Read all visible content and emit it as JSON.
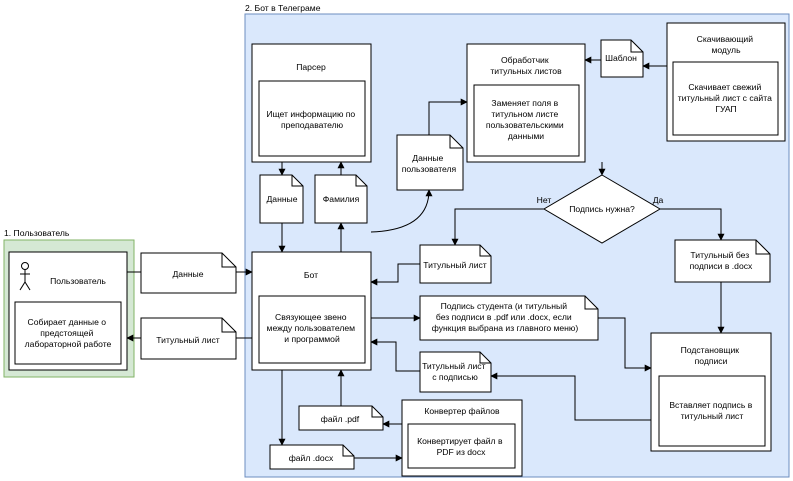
{
  "regions": {
    "user": {
      "title": "1. Пользователь"
    },
    "bot": {
      "title": "2. Бот в Телеграме"
    }
  },
  "user_block": {
    "actor_label": "Пользователь",
    "desc_lines": [
      "Собирает данные о",
      "предстоящей",
      "лабораторной работе"
    ]
  },
  "parser": {
    "title": "Парсер",
    "desc_lines": [
      "Ищет информацию по",
      "преподавателю"
    ]
  },
  "bot_block": {
    "title": "Бот",
    "desc_lines": [
      "Связующее звено",
      "между пользователем",
      "и программой"
    ]
  },
  "title_handler": {
    "title_lines": [
      "Обработчик",
      "титульных листов"
    ],
    "desc_lines": [
      "Заменяет поля в",
      "титульном листе",
      "пользовательскими",
      "данными"
    ]
  },
  "downloader": {
    "title_lines": [
      "Скачивающий",
      "модуль"
    ],
    "desc_lines": [
      "Скачивает свежий",
      "титульный лист с сайта",
      "ГУАП"
    ]
  },
  "signature_inserter": {
    "title_lines": [
      "Подстановщик",
      "подписи"
    ],
    "desc_lines": [
      "Вставляет подпись в",
      "титульный лист"
    ]
  },
  "converter": {
    "title": "Конвертер файлов",
    "desc_lines": [
      "Конвертирует файл в",
      "PDF из docx"
    ]
  },
  "documents": {
    "data_to_bot": "Данные",
    "title_to_user": "Титульный лист",
    "parser_data": "Данные",
    "surname": "Фамилия",
    "user_data": [
      "Данные",
      "пользователя"
    ],
    "template": "Шаблон",
    "title_to_bot": "Титульный лист",
    "no_signature": [
      "Титульный без",
      "подписи в .docx"
    ],
    "student_signature": [
      "Подпись студента (и титульный",
      "без подписи в .pdf или .docx, если",
      "функция выбрана из главного меню)"
    ],
    "with_signature": [
      "Титульный лист",
      "с подписью"
    ],
    "file_pdf": "файл .pdf",
    "file_docx": "файл .docx"
  },
  "decision": {
    "question": "Подпись нужна?",
    "no_label": "Нет",
    "yes_label": "Да"
  },
  "colors": {
    "user_region_fill": "#d5e8d4",
    "user_region_stroke": "#82b366",
    "bot_region_fill": "#dae8fc",
    "bot_region_stroke": "#6c8ebf",
    "box_fill": "#ffffff",
    "stroke": "#000000"
  }
}
